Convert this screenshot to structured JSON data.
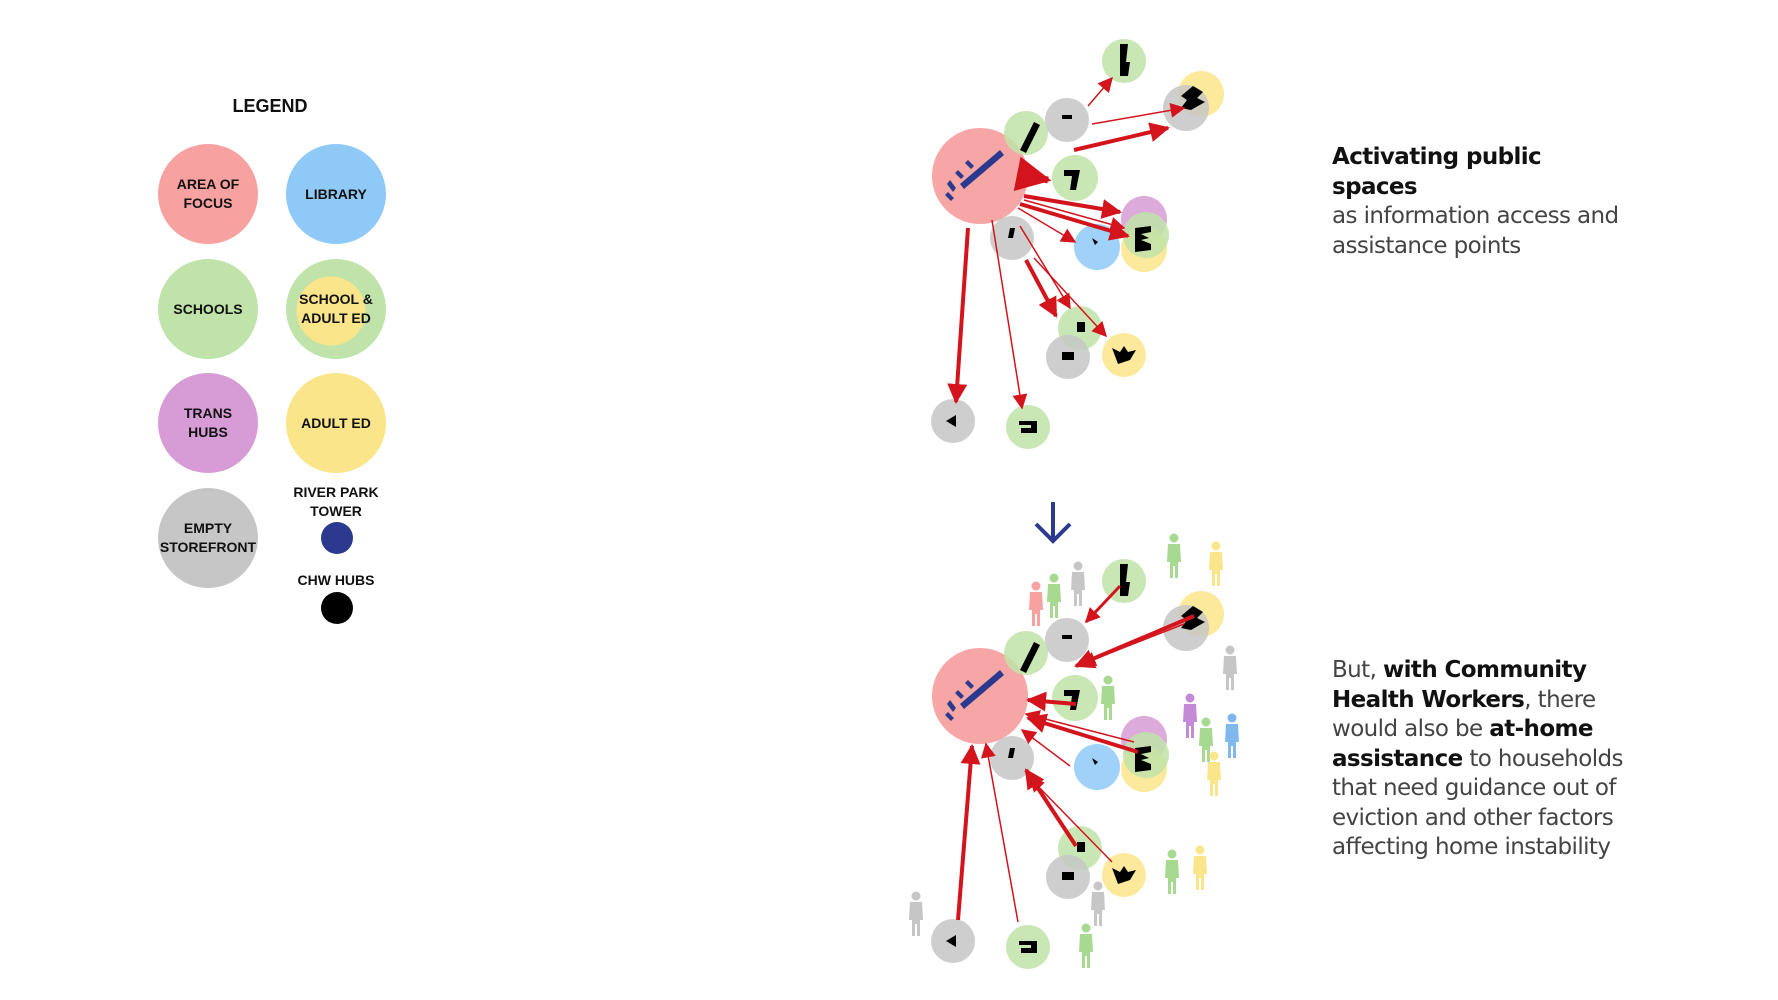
{
  "legend": {
    "title": "LEGEND",
    "items": [
      {
        "label": "AREA OF\nFOCUS",
        "color": "#f7a1a1"
      },
      {
        "label": "LIBRARY",
        "color": "#8fc9f7"
      },
      {
        "label": "SCHOOLS",
        "color": "#bfe3a8"
      },
      {
        "label": "SCHOOL &\nADULT  ED",
        "color": "#bfe3a8",
        "inner_color": "#fbe58a"
      },
      {
        "label": "TRANS\nHUBS",
        "color": "#d79bd6"
      },
      {
        "label": "ADULT  ED",
        "color": "#fbe58a"
      },
      {
        "label": "EMPTY\nSTOREFRONT",
        "color": "#c6c6c6"
      }
    ],
    "river_park_tower": {
      "label": "RIVER PARK\nTOWER",
      "color": "#2b3a8f"
    },
    "chw_hubs": {
      "label": "CHW HUBS",
      "color": "#000000"
    }
  },
  "captions": {
    "top": {
      "bold": "Activating public spaces",
      "text": "as information access and assistance points"
    },
    "bottom": {
      "part1": "But, ",
      "bold1": "with Community Health Workers",
      "part2": ", there would also be ",
      "bold2": "at-home assistance",
      "part3": " to households that need guidance out of eviction and other factors affecting home instability"
    }
  },
  "colors": {
    "arrow": "#d4141c",
    "down_arrow": "#2b3a8f",
    "person_palette": [
      "#f7a1a1",
      "#a8d990",
      "#c6c6c6",
      "#fbe58a",
      "#c58ad6",
      "#7fb8ec"
    ]
  },
  "icons": {
    "transition": "down-arrow-icon",
    "people": "person-icon"
  }
}
